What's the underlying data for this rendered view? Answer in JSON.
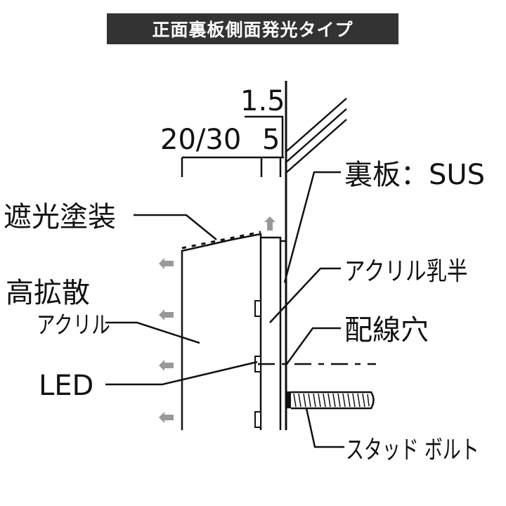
{
  "title": "正面裏板側面発光タイプ",
  "dimensions": {
    "d1": "1.5",
    "d2": "20/30",
    "d3": "5"
  },
  "labels": {
    "light_block_coating": "遮光塗装",
    "high_diffusion_1": "高拡散",
    "high_diffusion_2": "アクリル",
    "led": "LED",
    "back_plate": "裏板：SUS",
    "acrylic_milky": "アクリル乳半",
    "wiring_hole": "配線穴",
    "stud_bolt": "スタッド ボルト"
  },
  "colors": {
    "title_bg": "#333333",
    "line": "#111111",
    "arrow": "#999999"
  }
}
